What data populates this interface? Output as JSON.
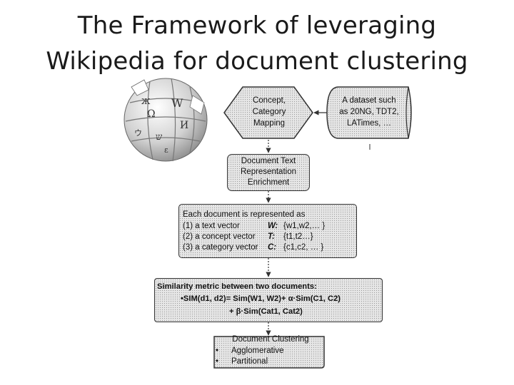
{
  "title": {
    "line1": "The Framework of leveraging",
    "line2": "Wikipedia for document clustering"
  },
  "mapping_box": {
    "line1": "Concept,",
    "line2": "Category",
    "line3": "Mapping"
  },
  "dataset_box": {
    "line1": "A dataset such",
    "line2": "as 20NG, TDT2,",
    "line3": "LATimes, …"
  },
  "enrichment_box": {
    "line1": "Document Text",
    "line2": "Representation",
    "line3": "Enrichment"
  },
  "representation_box": {
    "heading": "Each document is represented as",
    "rows": [
      {
        "label": "(1) a  text vector",
        "symbol": "W:",
        "value": "{w1,w2,… }"
      },
      {
        "label": "(2) a concept vector",
        "symbol": "T:",
        "value": "{t1,t2…}"
      },
      {
        "label": "(3) a category vector",
        "symbol": "C:",
        "value": "{c1,c2, … }"
      }
    ]
  },
  "similarity_box": {
    "heading": "Similarity metric between two documents:",
    "formula_line1": "SIM(d1, d2)= Sim(W1, W2)+ α·Sim(C1, C2)",
    "formula_line2": "+ β·Sim(Cat1, Cat2)"
  },
  "clustering_box": {
    "heading": "Document Clustering",
    "items": [
      "Agglomerative",
      "Partitional"
    ]
  },
  "colors": {
    "box_fill": "#e6e6e6",
    "stroke": "#333333"
  },
  "icons": {
    "logo": "wikipedia-globe-icon"
  }
}
